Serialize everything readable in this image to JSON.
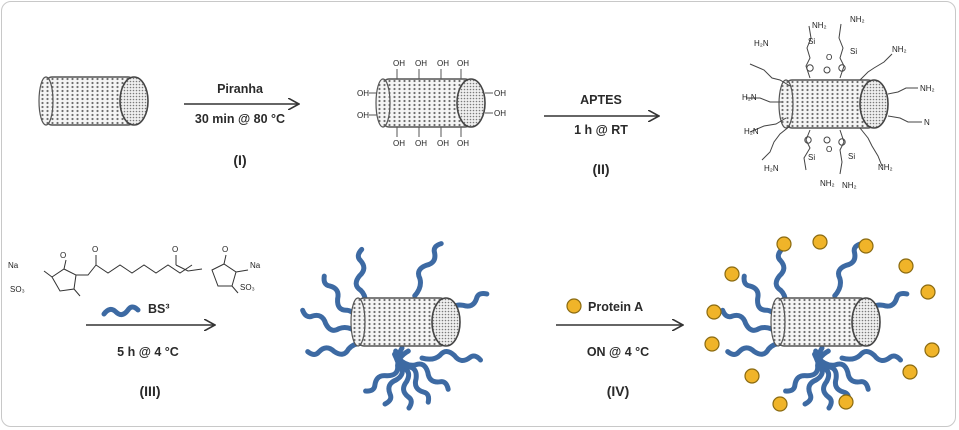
{
  "steps": [
    {
      "id": "I",
      "reagent": "Piranha",
      "condition": "30 min @ 80 °C",
      "label": "(I)"
    },
    {
      "id": "II",
      "reagent": "APTES",
      "condition": "1 h @ RT",
      "label": "(II)"
    },
    {
      "id": "III",
      "reagent": "BS³",
      "condition": "5 h @ 4 °C",
      "label": "(III)"
    },
    {
      "id": "IV",
      "reagent": "Protein A",
      "condition": "ON @ 4 °C",
      "label": "(IV)"
    }
  ],
  "chem_labels": {
    "hydroxyl": "OH",
    "amine": "NH₂",
    "amine_alt": "H₂N",
    "nitrogen": "N",
    "oxygen": "O",
    "silicon": "Si",
    "sodium": "Na",
    "sulfonate": "SO₃"
  },
  "colors": {
    "linker": "#3d6aa3",
    "protein_a": "#f0b429",
    "protein_a_edge": "#8a6a10",
    "tube": "#9a9a9a",
    "arrow": "#333333"
  },
  "icons": [
    "nanotube-icon",
    "arrow-icon",
    "protein-a-icon",
    "linker-icon"
  ]
}
